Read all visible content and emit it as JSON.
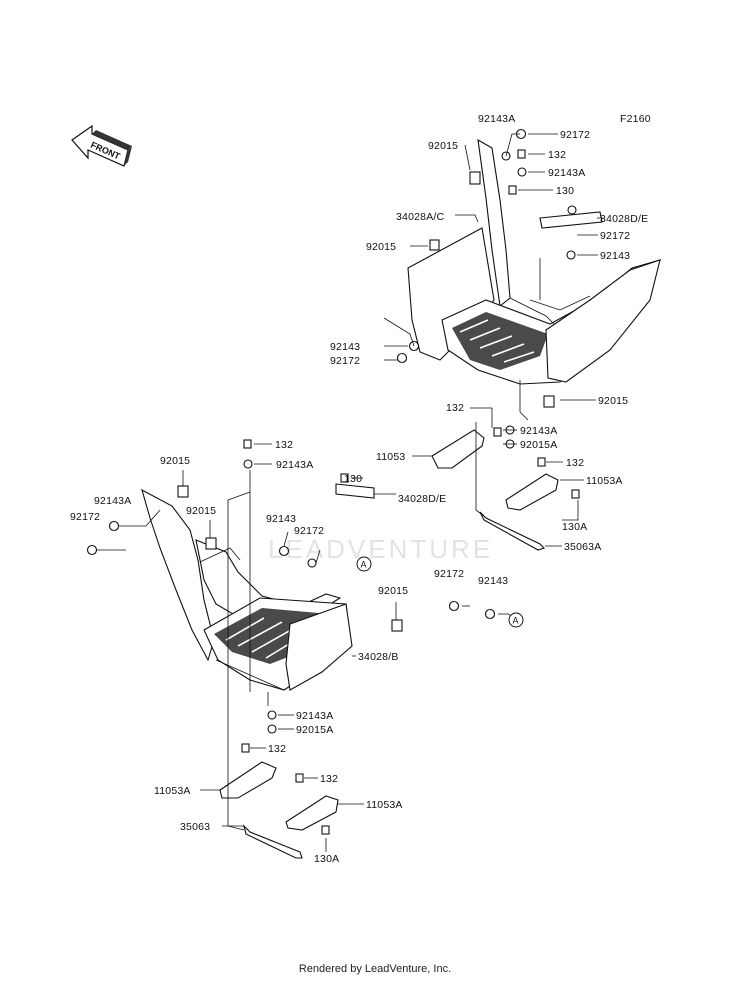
{
  "figure_code": "F2160",
  "front_label": "FRONT",
  "watermark": "LEADVENTURE",
  "footer": "Rendered by LeadVenture, Inc.",
  "ref_marker": "A",
  "labels": {
    "r_92143A_top": "92143A",
    "r_92172_top": "92172",
    "r_92015_top": "92015",
    "r_132_top": "132",
    "r_92143A_2": "92143A",
    "r_130_top": "130",
    "r_34028AC": "34028A/C",
    "r_34028DE": "34028D/E",
    "r_92015_mid": "92015",
    "r_92172_mid": "92172",
    "r_92143_mid": "92143",
    "r_92143_left": "92143",
    "r_92172_left": "92172",
    "r_92015_right": "92015",
    "r_132_mid": "132",
    "r_92143A_mid": "92143A",
    "r_11053": "11053",
    "r_92015A_mid": "92015A",
    "r_132_r2": "132",
    "r_11053A_r": "11053A",
    "r_130A_r": "130A",
    "r_35063A": "35063A",
    "r_92172_lr": "92172",
    "r_92143_lr": "92143",
    "l_132_top": "132",
    "l_92015": "92015",
    "l_92143A_top": "92143A",
    "l_92143A_left": "92143A",
    "l_92172_left": "92172",
    "l_92015_b": "92015",
    "l_92143": "92143",
    "l_92172": "92172",
    "l_130": "130",
    "l_34028DE": "34028D/E",
    "l_92015_right": "92015",
    "l_34028B": "34028/B",
    "l_92143A_low": "92143A",
    "l_92015A_low": "92015A",
    "l_132_low": "132",
    "l_11053A_left": "11053A",
    "l_132_low2": "132",
    "l_11053A_right": "11053A",
    "l_35063": "35063",
    "l_130A": "130A"
  }
}
